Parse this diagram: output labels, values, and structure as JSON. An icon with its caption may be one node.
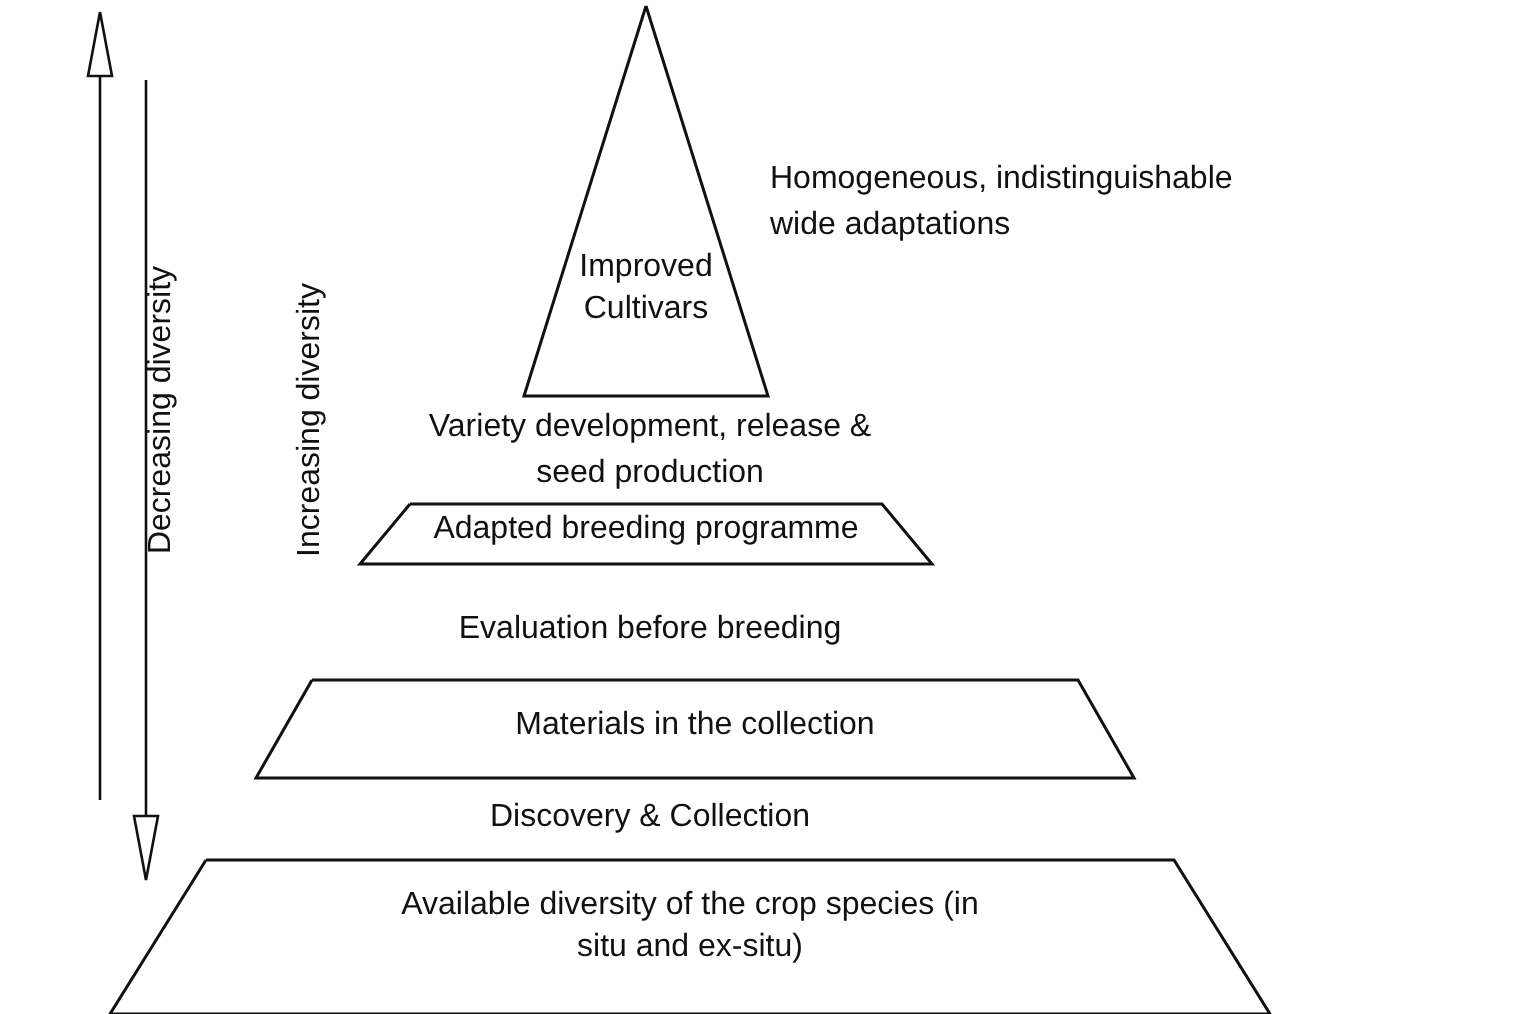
{
  "diagram": {
    "nodes": [
      {
        "text": [
          "Improved Cultivars"
        ]
      },
      {
        "text": [
          "Adapted breeding programme"
        ]
      },
      {
        "text": [
          "Materials in the collection"
        ]
      },
      {
        "text": [
          "Available diversity of the crop species (in situ and ex-situ)"
        ]
      }
    ],
    "labels": [
      "Homogeneous, indistinguishable wide adaptations",
      "Variety development, release & seed production",
      "Evaluation before breeding",
      "Discovery & Collection",
      "Decreasing diversity",
      "Increasing diversity"
    ]
  }
}
